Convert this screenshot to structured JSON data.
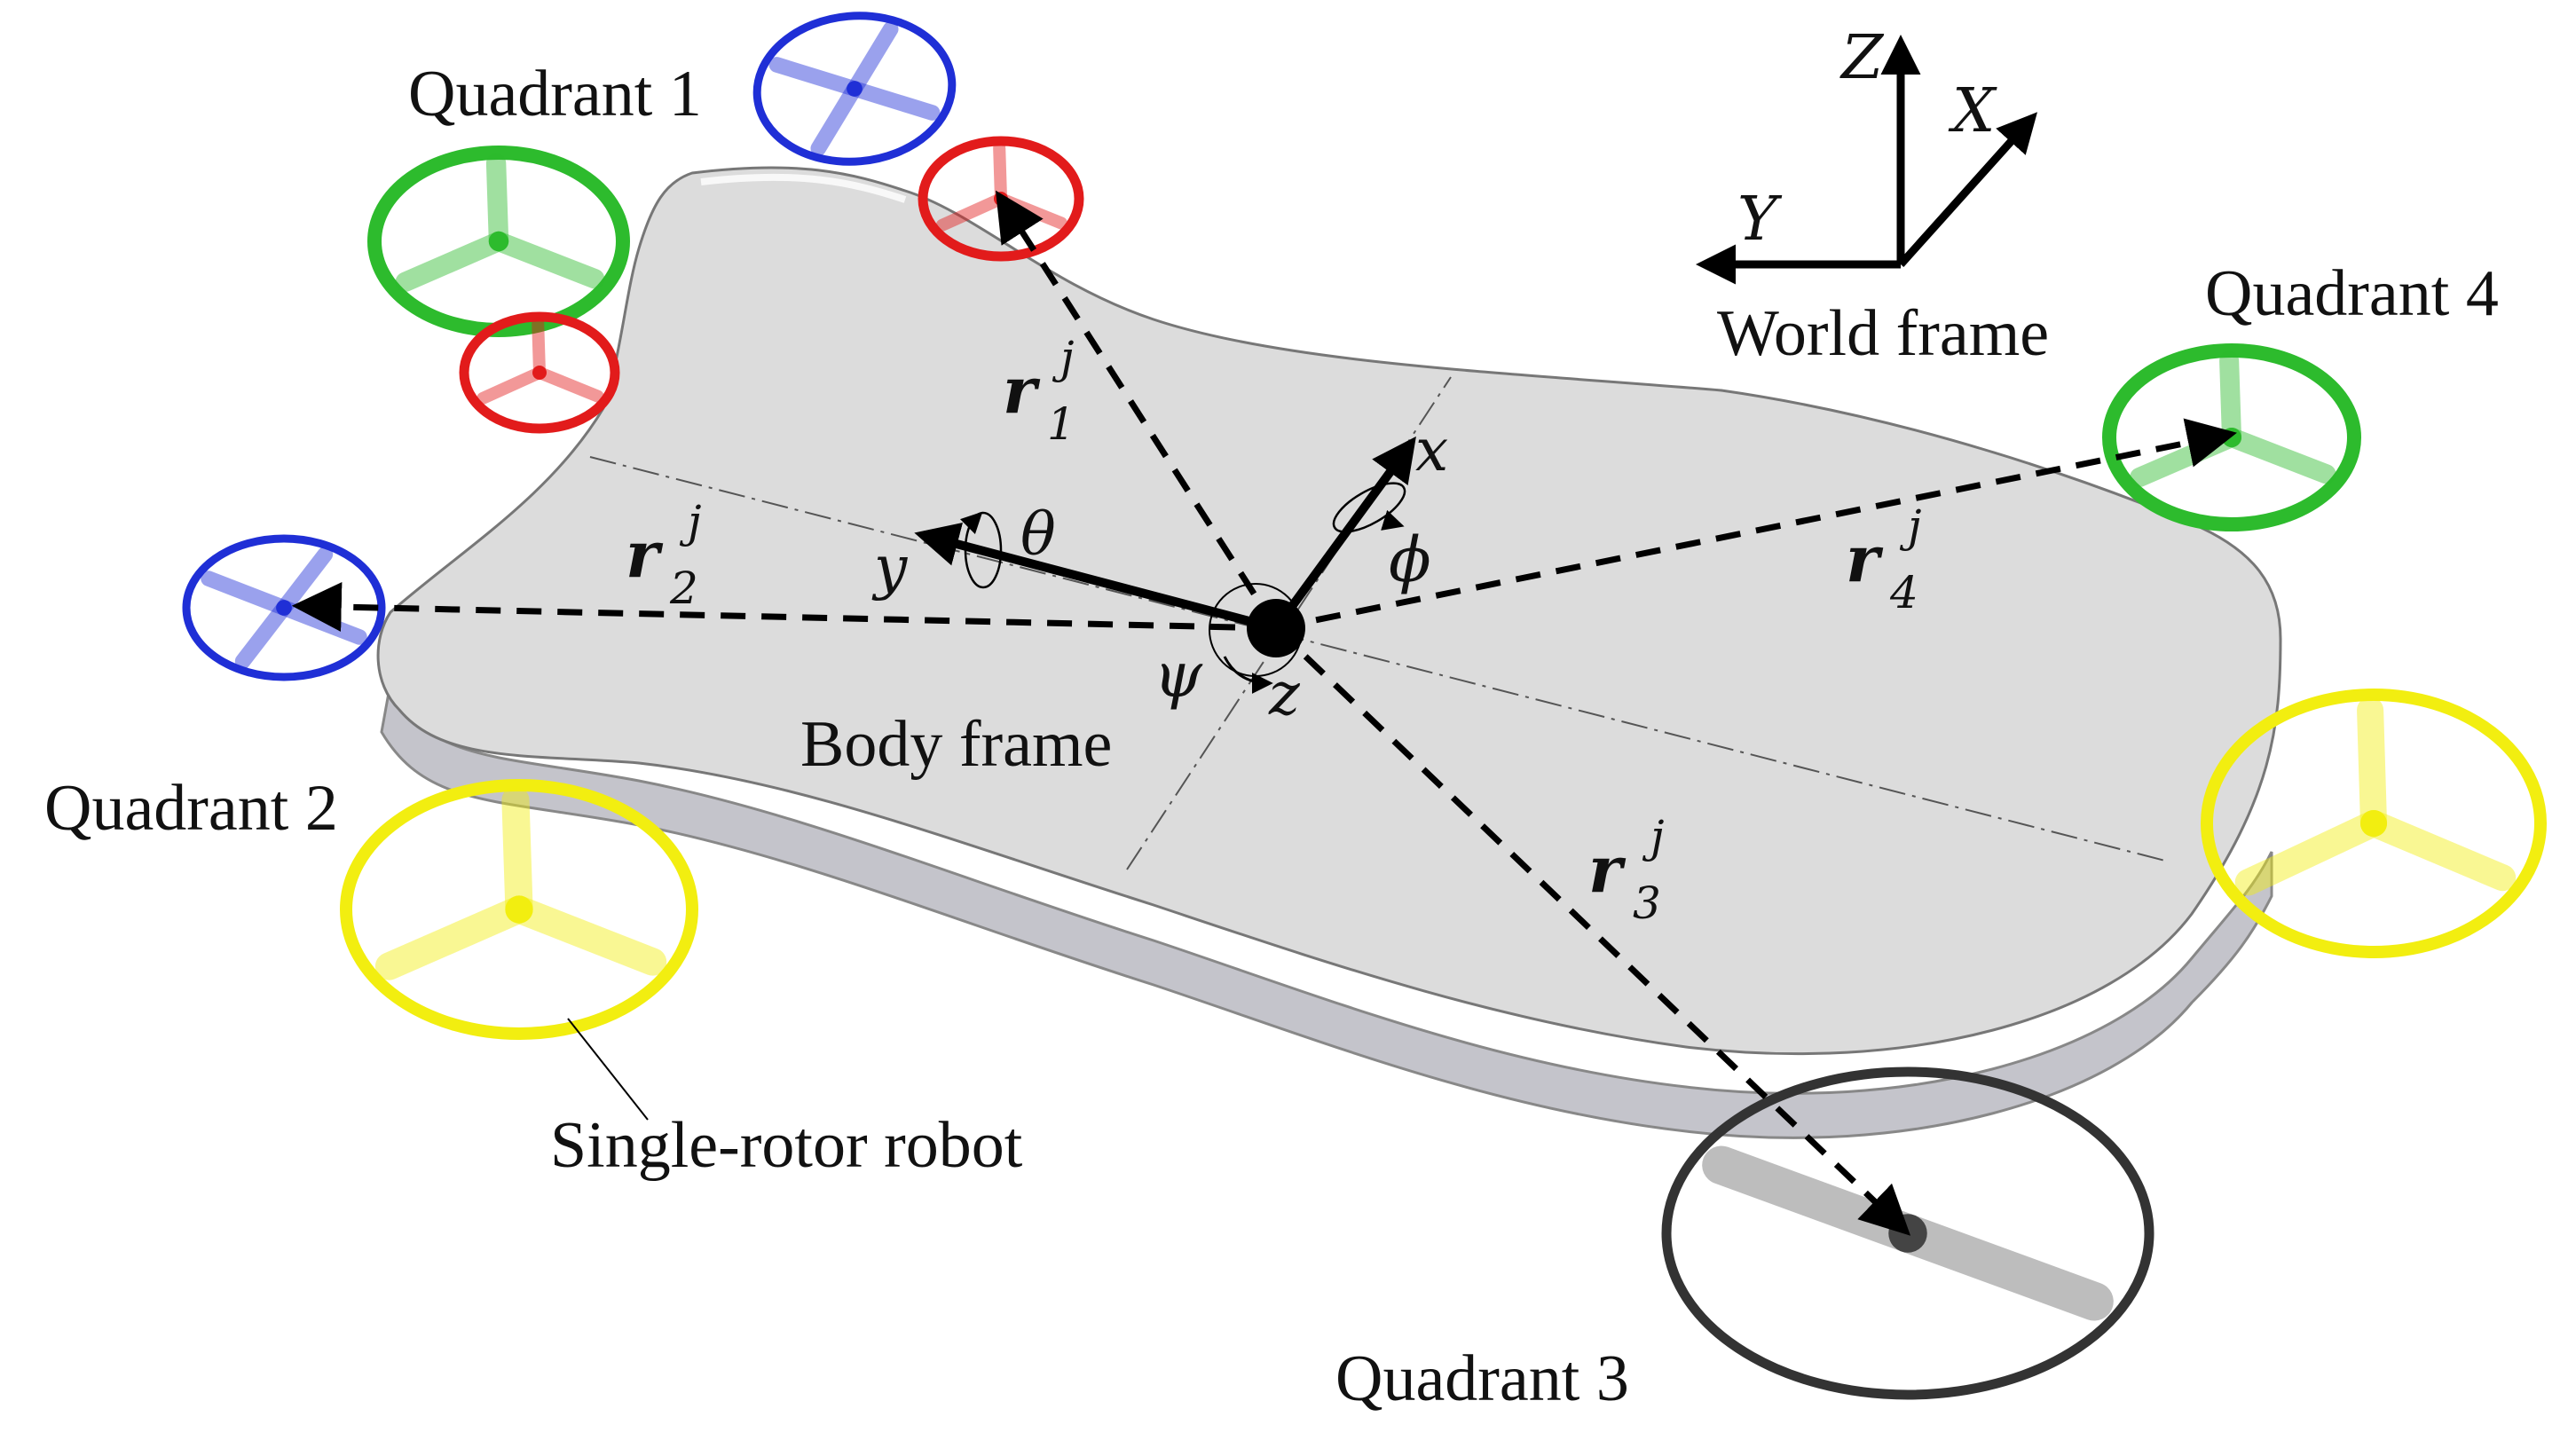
{
  "labels": {
    "quadrant_1": "Quadrant 1",
    "quadrant_2": "Quadrant 2",
    "quadrant_3": "Quadrant 3",
    "quadrant_4": "Quadrant 4",
    "world_frame": "World frame",
    "body_frame": "Body frame",
    "single_rotor_robot": "Single-rotor robot"
  },
  "world_axes": {
    "x": "X",
    "y": "Y",
    "z": "Z"
  },
  "body_axes": {
    "x": "x",
    "y": "y",
    "z": "z"
  },
  "angles": {
    "roll": "ϕ",
    "pitch": "θ",
    "yaw": "ψ"
  },
  "position_vectors": {
    "symbol": "r",
    "superscript": "j",
    "subscripts": [
      "1",
      "2",
      "3",
      "4"
    ]
  },
  "colors": {
    "rotor_red": "#e21b1b",
    "rotor_green": "#2dbb2d",
    "rotor_blue": "#1f2fd6",
    "rotor_yellow": "#f2ee10",
    "rotor_black": "#333333",
    "platform_top": "#dcdcdc",
    "platform_side": "#c6c6cc"
  }
}
